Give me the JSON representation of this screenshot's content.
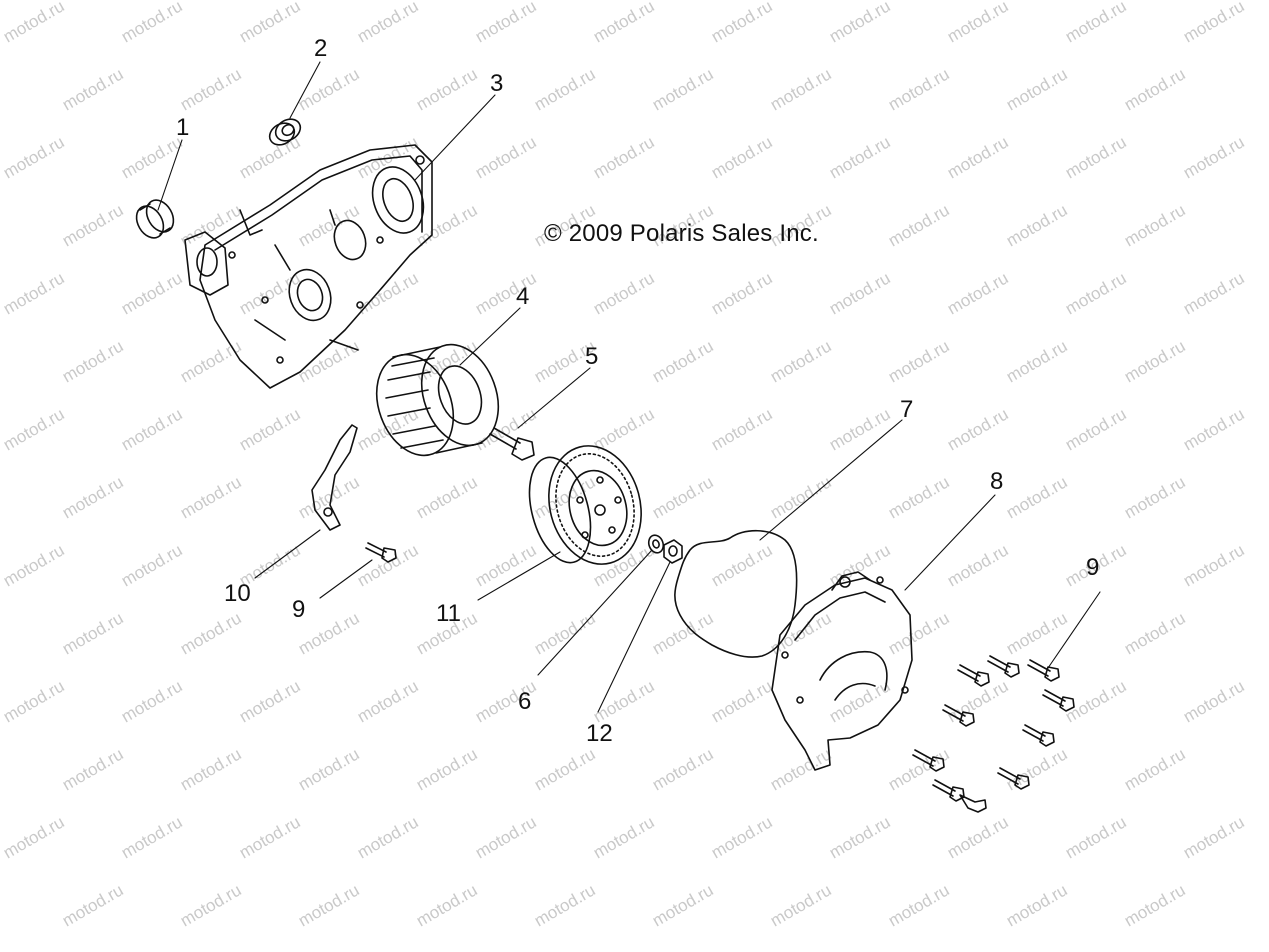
{
  "copyright": "© 2009 Polaris Sales Inc.",
  "watermark": "motod.ru",
  "callouts": [
    {
      "id": "1",
      "label": "1"
    },
    {
      "id": "2",
      "label": "2"
    },
    {
      "id": "3",
      "label": "3"
    },
    {
      "id": "4",
      "label": "4"
    },
    {
      "id": "5",
      "label": "5"
    },
    {
      "id": "7",
      "label": "7"
    },
    {
      "id": "8",
      "label": "8"
    },
    {
      "id": "9a",
      "label": "9"
    },
    {
      "id": "9b",
      "label": "9"
    },
    {
      "id": "10",
      "label": "10"
    },
    {
      "id": "11",
      "label": "11"
    },
    {
      "id": "6",
      "label": "6"
    },
    {
      "id": "12",
      "label": "12"
    }
  ],
  "colors": {
    "line": "#111111",
    "watermark": "#c9c9c9",
    "background": "#ffffff"
  }
}
